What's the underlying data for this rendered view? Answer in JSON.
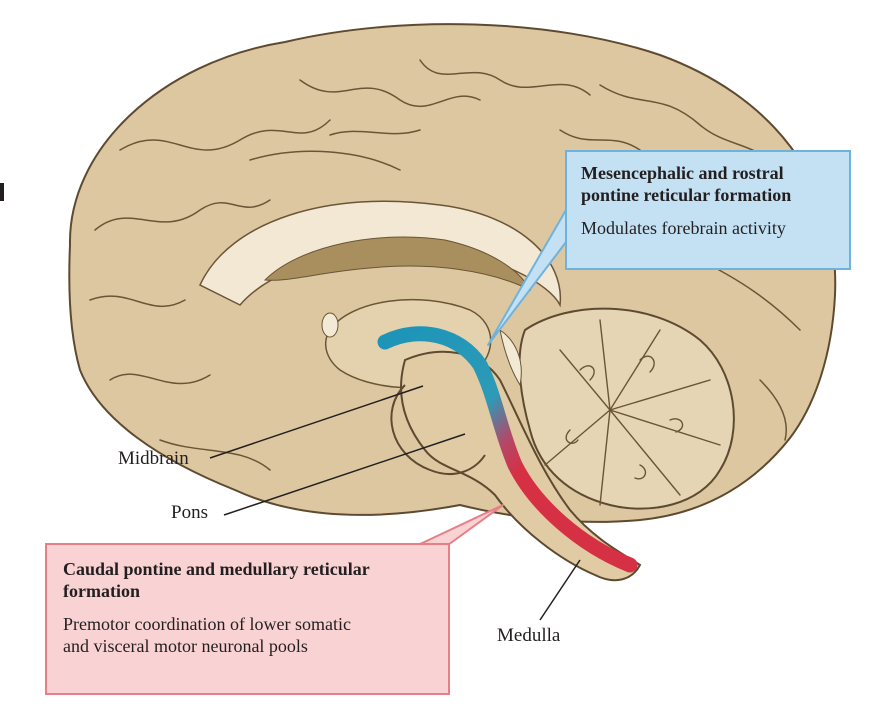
{
  "labels": {
    "midbrain": "Midbrain",
    "pons": "Pons",
    "medulla": "Medulla"
  },
  "callouts": {
    "rostral": {
      "title_line1": "Mesencephalic and rostral",
      "title_line2": "pontine reticular formation",
      "description": "Modulates forebrain activity"
    },
    "caudal": {
      "title_line1": "Caudal pontine and medullary reticular",
      "title_line2": "formation",
      "description_line1": "Premotor coordination of lower somatic",
      "description_line2": "and visceral motor neuronal pools"
    }
  },
  "colors": {
    "rostral_region": "#1e95b8",
    "caudal_region": "#d63045",
    "rostral_callout_fill": "#c4e1f4",
    "caudal_callout_fill": "#f9d2d3",
    "brain_tissue": "#dcc7a1"
  }
}
